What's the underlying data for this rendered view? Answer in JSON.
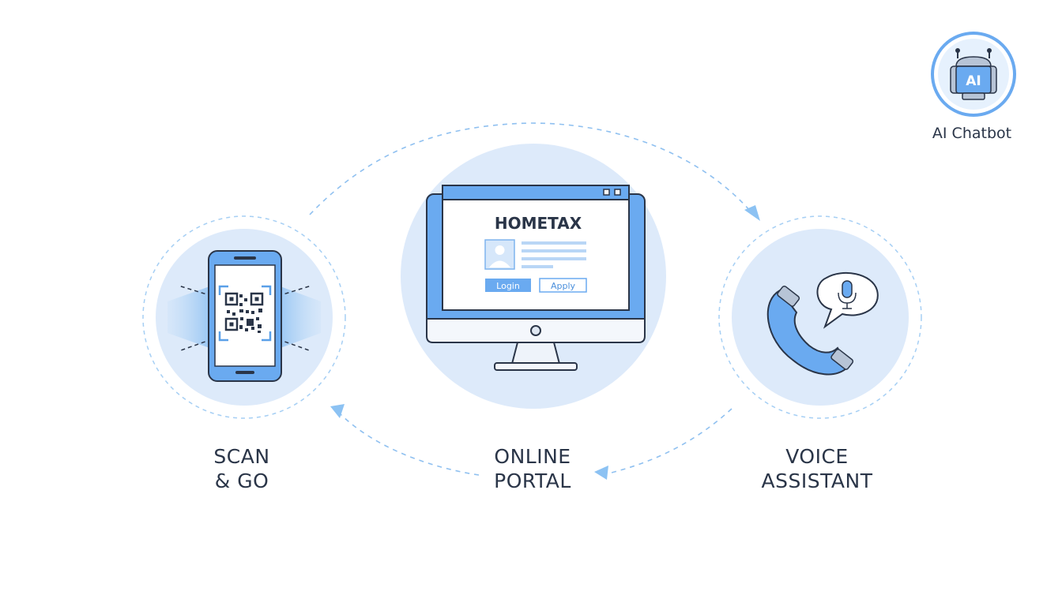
{
  "colors": {
    "accent": "#5aa0e8",
    "accent_dark": "#2c6fc2",
    "circle_fill": "#ddeafa",
    "outline": "#2a3548",
    "dashed": "#8fc0f0"
  },
  "nodes": {
    "scan": {
      "line1": "SCAN",
      "line2": "& GO",
      "icon": "qr-phone-icon"
    },
    "portal": {
      "line1": "ONLINE",
      "line2": "PORTAL",
      "icon": "monitor-icon",
      "screen_title": "HOMETAX",
      "login_label": "Login",
      "apply_label": "Apply"
    },
    "voice": {
      "line1": "VOICE",
      "line2": "ASSISTANT",
      "icon": "phone-mic-icon"
    }
  },
  "chatbot": {
    "badge": "AI",
    "label": "AI Chatbot",
    "icon": "robot-icon"
  }
}
